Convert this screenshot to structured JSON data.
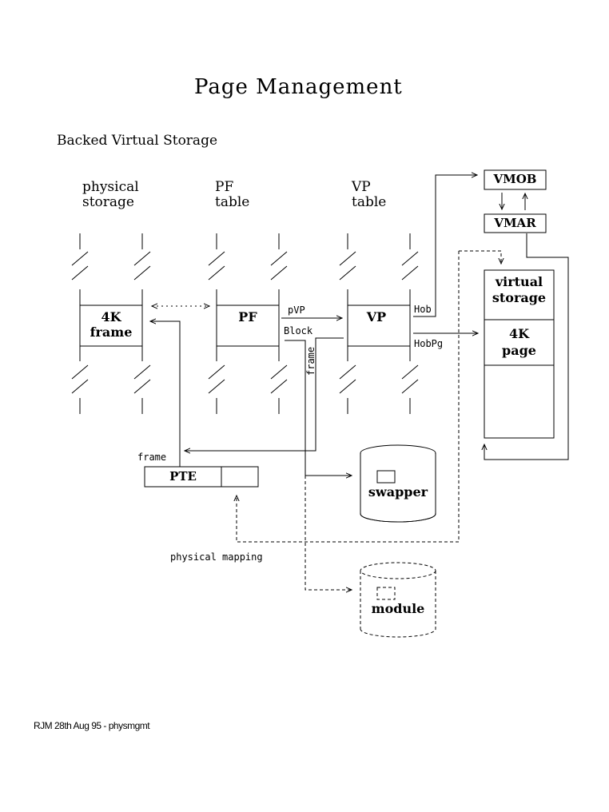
{
  "title": "Page Management",
  "subtitle": "Backed Virtual Storage",
  "columns": {
    "physical": [
      "physical",
      "storage"
    ],
    "pf": [
      "PF",
      "table"
    ],
    "vp": [
      "VP",
      "table"
    ]
  },
  "boxes": {
    "frame": [
      "4K",
      "frame"
    ],
    "pf": "PF",
    "vp": "VP",
    "vmob": "VMOB",
    "vmar": "VMAR",
    "virtual_storage": [
      "virtual",
      "storage"
    ],
    "page": [
      "4K",
      "page"
    ],
    "pte": "PTE"
  },
  "labels": {
    "pvp": "pVP",
    "block": "Block",
    "hob": "Hob",
    "hobpg": "HobPg",
    "frame_vertical": "frame",
    "frame": "frame",
    "physical_mapping": "physical mapping"
  },
  "cylinders": {
    "swapper": "swapper",
    "module": "module"
  },
  "footer": "RJM 28th Aug 95 - physmgmt"
}
